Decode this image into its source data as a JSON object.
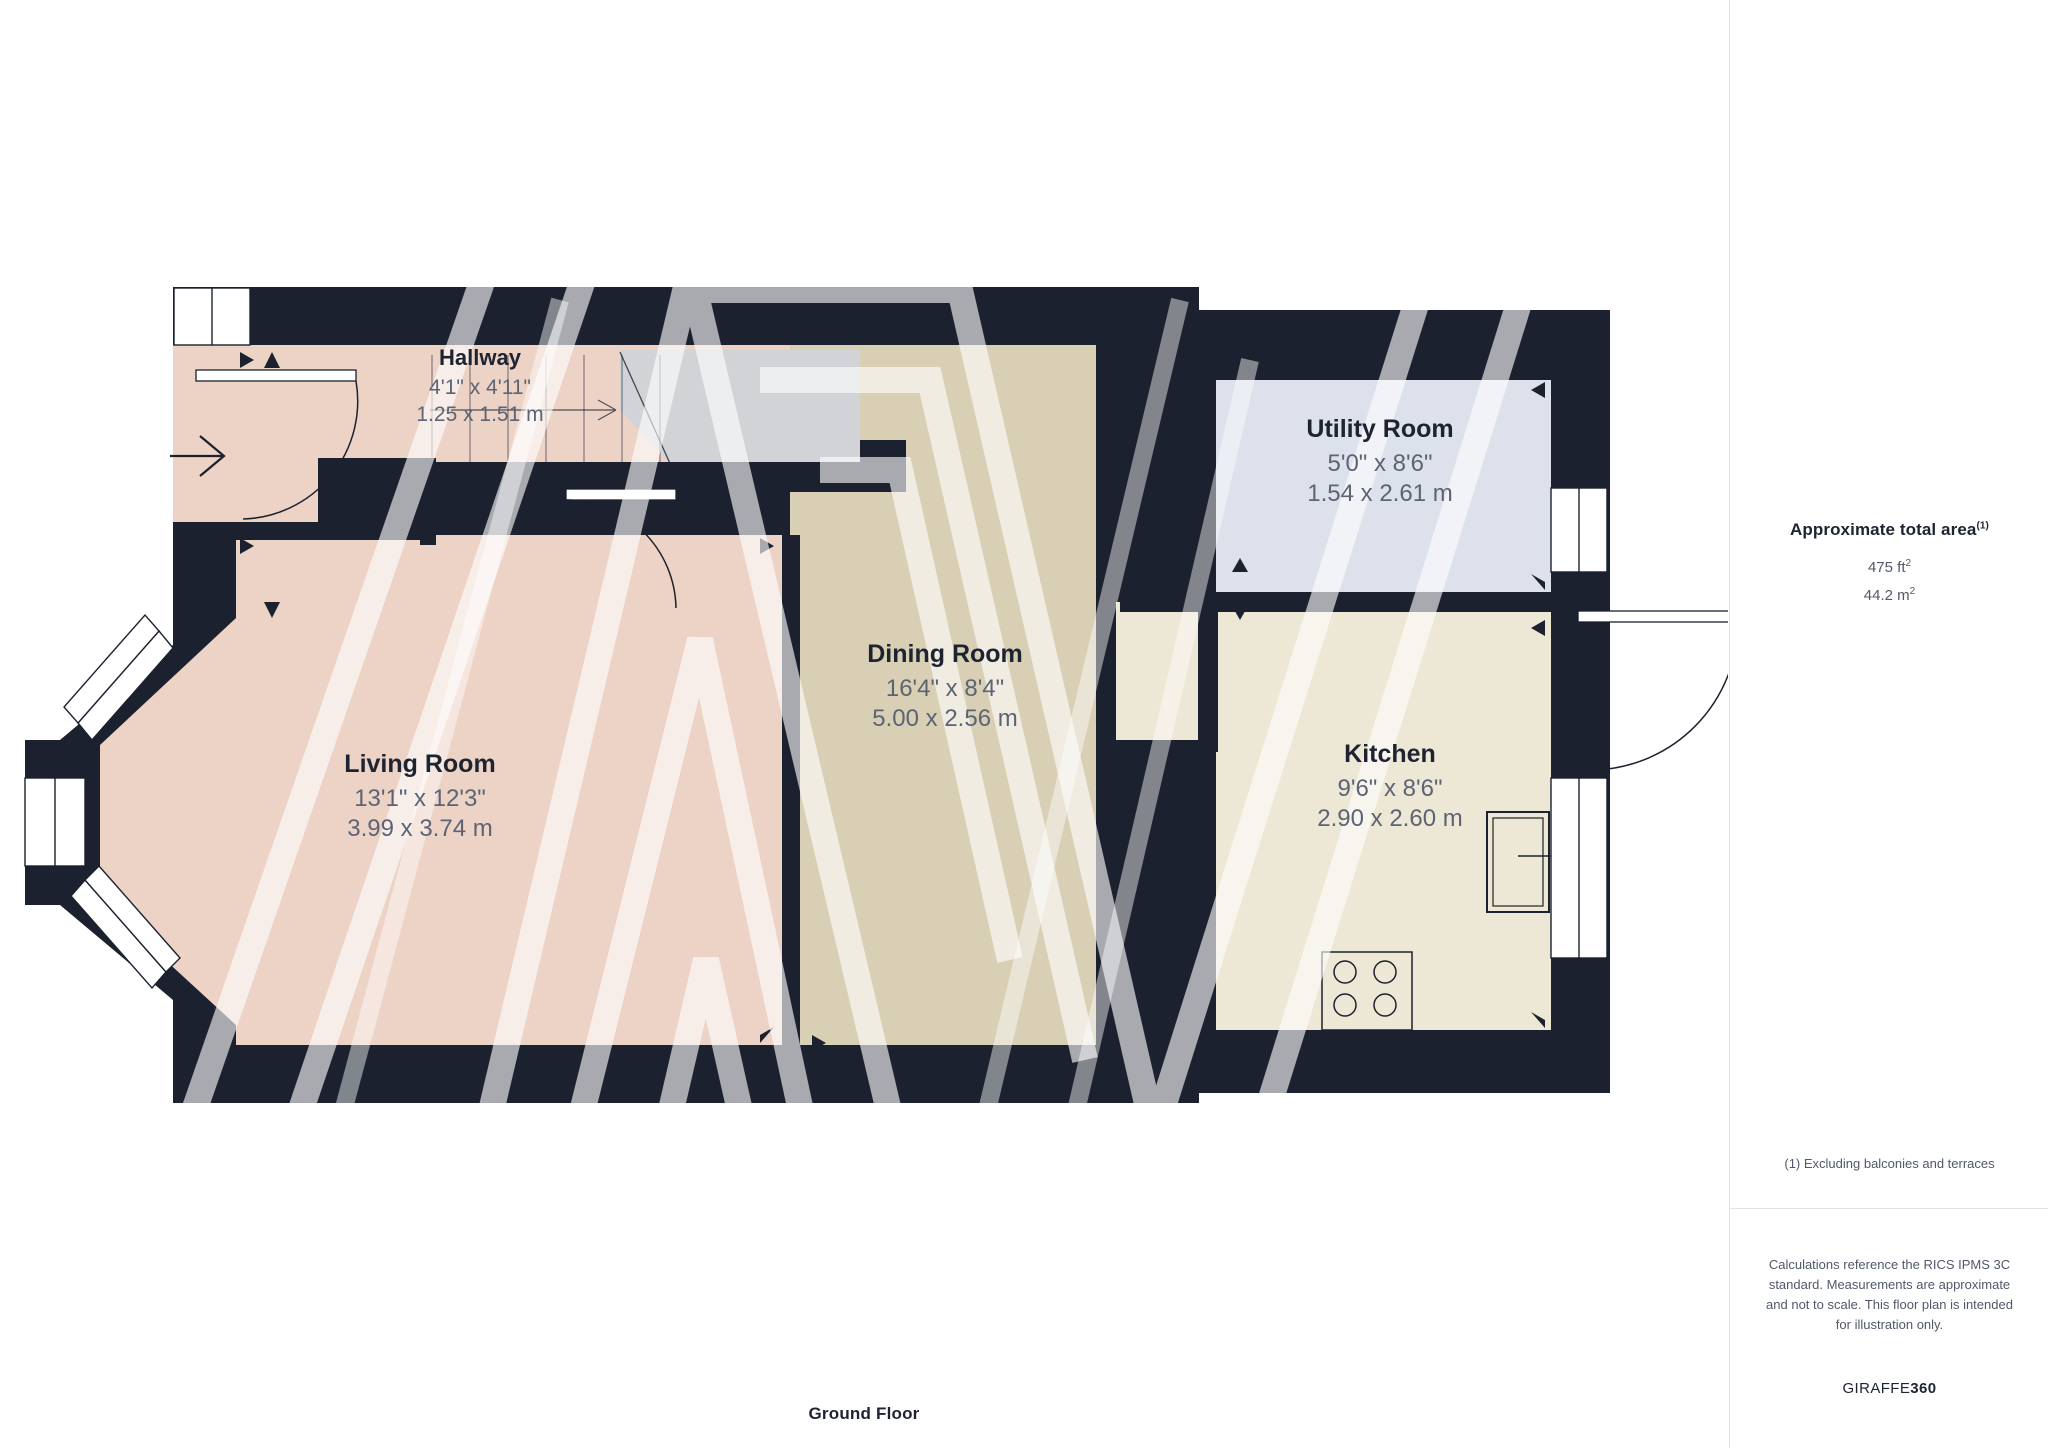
{
  "floor": {
    "title": "Ground Floor"
  },
  "rooms": [
    {
      "id": "hallway",
      "name": "Hallway",
      "dim_imperial": "4'1\" x 4'11\"",
      "dim_metric": "1.25 x 1.51 m",
      "fill": "#EDD3C6"
    },
    {
      "id": "living-room",
      "name": "Living Room",
      "dim_imperial": "13'1\" x 12'3\"",
      "dim_metric": "3.99 x 3.74 m",
      "fill": "#EDD3C6"
    },
    {
      "id": "dining-room",
      "name": "Dining Room",
      "dim_imperial": "16'4\" x 8'4\"",
      "dim_metric": "5.00 x 2.56 m",
      "fill": "#D8CFB4"
    },
    {
      "id": "utility-room",
      "name": "Utility Room",
      "dim_imperial": "5'0\" x 8'6\"",
      "dim_metric": "1.54 x 2.61 m",
      "fill": "#DCE1EC"
    },
    {
      "id": "kitchen",
      "name": "Kitchen",
      "dim_imperial": "9'6\" x 8'6\"",
      "dim_metric": "2.90 x 2.60 m",
      "fill": "#EDE7D5"
    }
  ],
  "sidebar": {
    "area_title": "Approximate total area",
    "area_title_footnote_marker": "(1)",
    "area_sqft": "475 ft",
    "area_sqft_exponent": "2",
    "area_sqm": "44.2 m",
    "area_sqm_exponent": "2",
    "footnote": "(1) Excluding balconies and terraces",
    "disclaimer": "Calculations reference the RICS IPMS 3C standard. Measurements are approximate and not to scale. This floor plan is intended for illustration only.",
    "brand_light": "GIRAFFE",
    "brand_bold": "360"
  },
  "colors": {
    "wall": "#1B212E",
    "living_fill": "#EDD3C6",
    "dining_fill": "#D8CFB4",
    "utility_fill": "#DCE1EC",
    "kitchen_fill": "#EDE7D5",
    "stairs_fill": "#D2D3D6",
    "text_dark": "#1d2330",
    "text_muted": "#51586a",
    "window_white": "#FFFFFF",
    "divider": "#e2e3e6"
  },
  "icons": {
    "hob": "four-burner-hob-icon",
    "sink": "sink-unit-icon",
    "entry_arrow": "entry-arrow-icon",
    "stairs": "staircase-icon"
  }
}
